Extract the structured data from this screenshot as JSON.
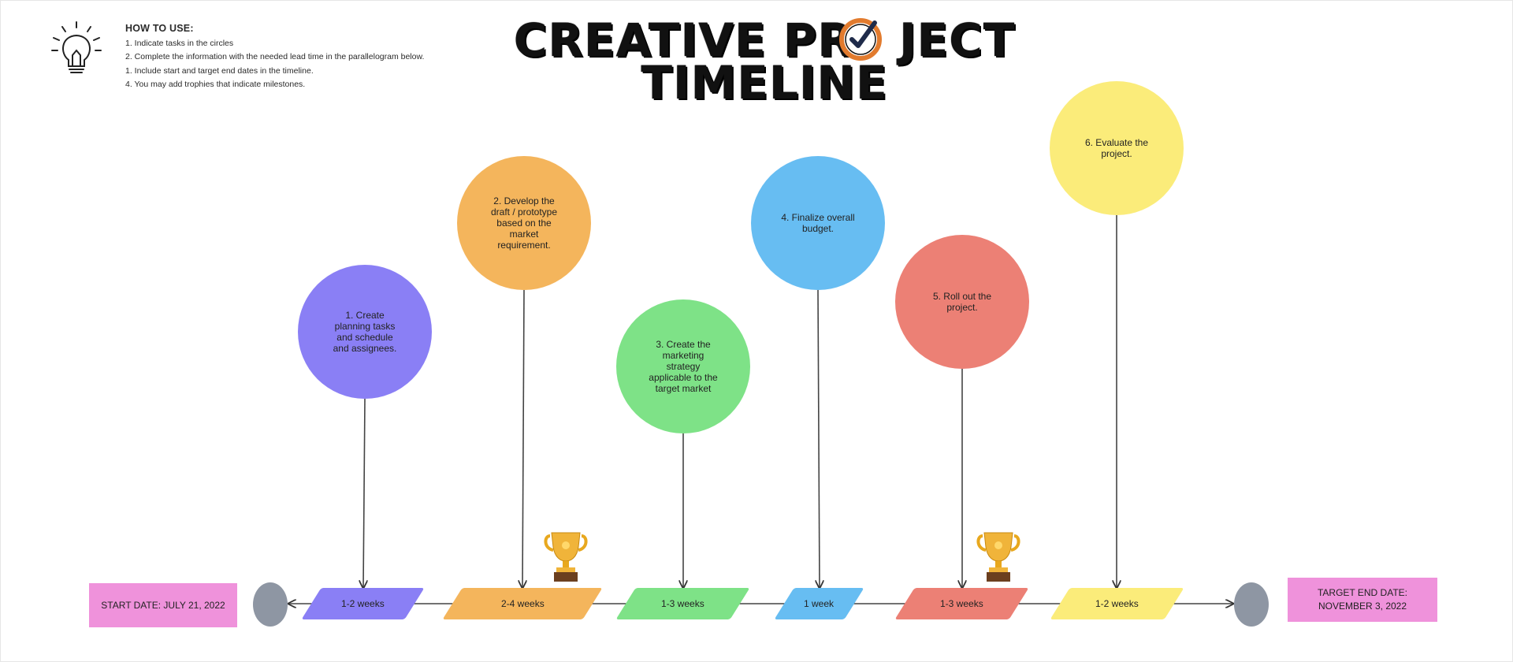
{
  "howto": {
    "heading": "HOW TO USE:",
    "steps": [
      "1. Indicate tasks in the circles",
      "2. Complete the information with the needed lead time in the parallelogram below.",
      "1. Include start and target end dates in the timeline.",
      "4. You may add trophies that indicate milestones."
    ]
  },
  "title": {
    "line1_a": "CREATIVE PR",
    "line1_b": "JECT",
    "line2": "TIMELINE"
  },
  "start_date": "START DATE: JULY 21, 2022",
  "end_date": {
    "line1": "TARGET END DATE:",
    "line2": "NOVEMBER 3, 2022"
  },
  "tasks": [
    {
      "label": "1. Create planning tasks and schedule and assignees.",
      "duration": "1-2 weeks",
      "color": "#8a7ff5"
    },
    {
      "label": "2. Develop the draft / prototype based on the market requirement.",
      "duration": "2-4 weeks",
      "color": "#f4b55c"
    },
    {
      "label": "3. Create the marketing strategy applicable to the target market",
      "duration": "1-3 weeks",
      "color": "#7ee287"
    },
    {
      "label": "4. Finalize overall budget.",
      "duration": "1 week",
      "color": "#67bdf2"
    },
    {
      "label": "5. Roll out the project.",
      "duration": "1-3 weeks",
      "color": "#ec8075"
    },
    {
      "label": "6. Evaluate the project.",
      "duration": "1-2 weeks",
      "color": "#fbec7a"
    }
  ],
  "colors": {
    "date_box": "#ef92db",
    "end_cap": "#8e96a3",
    "trophy": "#e8a81e",
    "clock_ring": "#e27b2e"
  },
  "icons": [
    "lightbulb-icon",
    "clock-check-icon",
    "trophy-icon"
  ]
}
